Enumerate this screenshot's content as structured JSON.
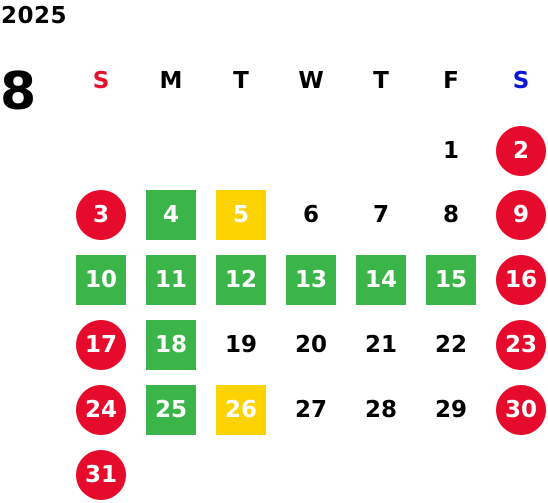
{
  "year": "2025",
  "month": "8",
  "colors": {
    "sunday_label": "#e8112d",
    "saturday_label": "#0b14d9",
    "holiday_circle": "#e60a2c",
    "green_box": "#3bb549",
    "yellow_box": "#fcd200",
    "plain_text": "#000000"
  },
  "weekdays": [
    "S",
    "M",
    "T",
    "W",
    "T",
    "F",
    "S"
  ],
  "days": [
    {
      "day": "1",
      "col": 5,
      "row": 0,
      "style": "plain"
    },
    {
      "day": "2",
      "col": 6,
      "row": 0,
      "style": "holiday"
    },
    {
      "day": "3",
      "col": 0,
      "row": 1,
      "style": "holiday"
    },
    {
      "day": "4",
      "col": 1,
      "row": 1,
      "style": "green"
    },
    {
      "day": "5",
      "col": 2,
      "row": 1,
      "style": "yellow"
    },
    {
      "day": "6",
      "col": 3,
      "row": 1,
      "style": "plain"
    },
    {
      "day": "7",
      "col": 4,
      "row": 1,
      "style": "plain"
    },
    {
      "day": "8",
      "col": 5,
      "row": 1,
      "style": "plain"
    },
    {
      "day": "9",
      "col": 6,
      "row": 1,
      "style": "holiday"
    },
    {
      "day": "10",
      "col": 0,
      "row": 2,
      "style": "green"
    },
    {
      "day": "11",
      "col": 1,
      "row": 2,
      "style": "green"
    },
    {
      "day": "12",
      "col": 2,
      "row": 2,
      "style": "green"
    },
    {
      "day": "13",
      "col": 3,
      "row": 2,
      "style": "green"
    },
    {
      "day": "14",
      "col": 4,
      "row": 2,
      "style": "green"
    },
    {
      "day": "15",
      "col": 5,
      "row": 2,
      "style": "green"
    },
    {
      "day": "16",
      "col": 6,
      "row": 2,
      "style": "holiday"
    },
    {
      "day": "17",
      "col": 0,
      "row": 3,
      "style": "holiday"
    },
    {
      "day": "18",
      "col": 1,
      "row": 3,
      "style": "green"
    },
    {
      "day": "19",
      "col": 2,
      "row": 3,
      "style": "plain"
    },
    {
      "day": "20",
      "col": 3,
      "row": 3,
      "style": "plain"
    },
    {
      "day": "21",
      "col": 4,
      "row": 3,
      "style": "plain"
    },
    {
      "day": "22",
      "col": 5,
      "row": 3,
      "style": "plain"
    },
    {
      "day": "23",
      "col": 6,
      "row": 3,
      "style": "holiday"
    },
    {
      "day": "24",
      "col": 0,
      "row": 4,
      "style": "holiday"
    },
    {
      "day": "25",
      "col": 1,
      "row": 4,
      "style": "green"
    },
    {
      "day": "26",
      "col": 2,
      "row": 4,
      "style": "yellow"
    },
    {
      "day": "27",
      "col": 3,
      "row": 4,
      "style": "plain"
    },
    {
      "day": "28",
      "col": 4,
      "row": 4,
      "style": "plain"
    },
    {
      "day": "29",
      "col": 5,
      "row": 4,
      "style": "plain"
    },
    {
      "day": "30",
      "col": 6,
      "row": 4,
      "style": "holiday"
    },
    {
      "day": "31",
      "col": 0,
      "row": 5,
      "style": "holiday"
    }
  ]
}
